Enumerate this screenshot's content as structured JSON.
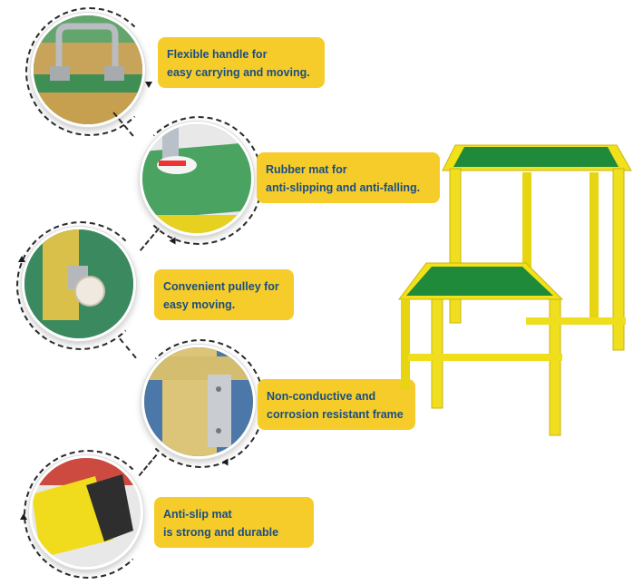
{
  "features": [
    {
      "line1": "Flexible handle for",
      "line2": "easy carrying and moving.",
      "icon": "handle-icon"
    },
    {
      "line1": "Rubber mat for",
      "line2": "anti-slipping and anti-falling.",
      "icon": "rubber-mat-icon"
    },
    {
      "line1": "Convenient pulley for",
      "line2": "easy moving.",
      "icon": "pulley-icon"
    },
    {
      "line1": "Non-conductive and",
      "line2": "corrosion resistant frame",
      "icon": "frame-corner-icon"
    },
    {
      "line1": "Anti-slip mat",
      "line2": "is strong and durable",
      "icon": "foot-cap-icon"
    }
  ],
  "colors": {
    "label_bg": "#f5cc2a",
    "label_text": "#1b4d84",
    "frame_yellow": "#f3e318",
    "mat_green": "#1f8a3a"
  }
}
